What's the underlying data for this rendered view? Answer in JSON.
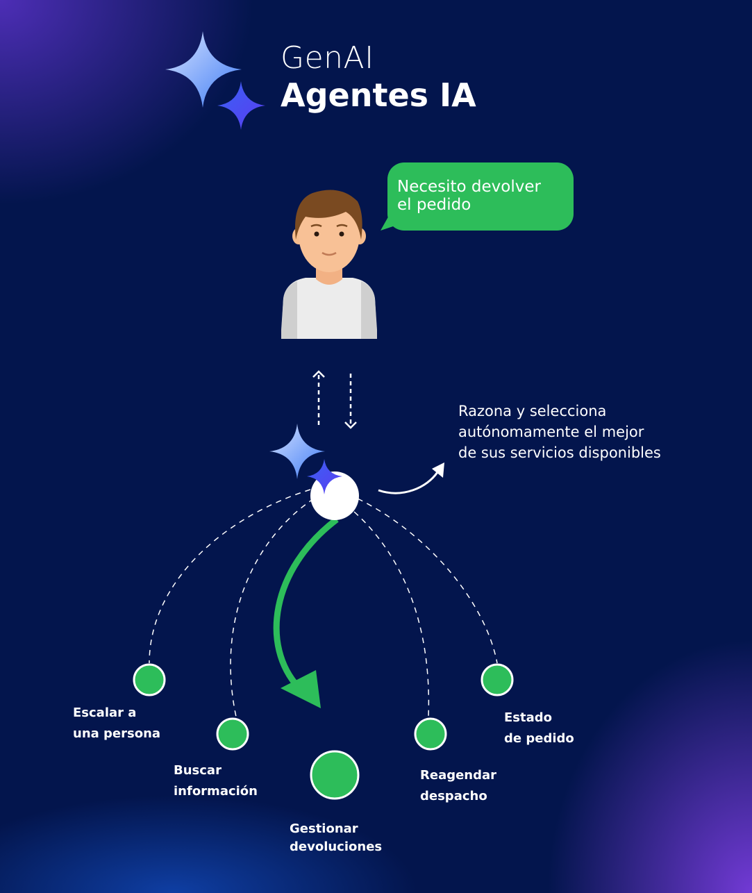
{
  "header": {
    "brand": "GenAI",
    "title": "Agentes IA"
  },
  "user": {
    "speech": "Necesito devolver\nel pedido"
  },
  "agent": {
    "note": "Razona y selecciona\nautónomamente el mejor\nde sus servicios disponibles"
  },
  "services": [
    {
      "label": "Escalar a\nuna persona",
      "selected": false
    },
    {
      "label": "Buscar\ninformación",
      "selected": false
    },
    {
      "label": "Gestionar\ndevoluciones",
      "selected": true
    },
    {
      "label": "Reagendar\ndespacho",
      "selected": false
    },
    {
      "label": "Estado\nde pedido",
      "selected": false
    }
  ],
  "colors": {
    "background": "#03154d",
    "green": "#2dbd5a",
    "sparkle_light": "#9ab8ff",
    "sparkle_blue": "#3d4ff0"
  }
}
